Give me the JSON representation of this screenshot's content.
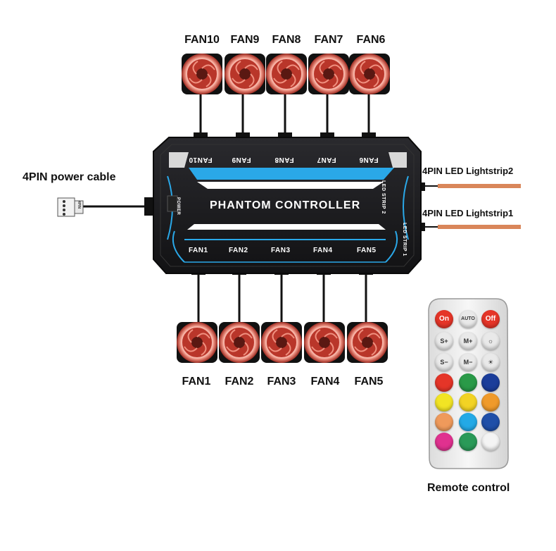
{
  "fans_top": [
    "FAN10",
    "FAN9",
    "FAN8",
    "FAN7",
    "FAN6"
  ],
  "fans_bottom": [
    "FAN1",
    "FAN2",
    "FAN3",
    "FAN4",
    "FAN5"
  ],
  "power_label": "4PIN power cable",
  "led2_label": "4PIN LED Lightstrip2",
  "led1_label": "4PIN LED Lightstrip1",
  "controller_title": "PHANTOM CONTROLLER",
  "hub_top_ports": [
    "FAN10",
    "FAN9",
    "FAN8",
    "FAN7",
    "FAN6"
  ],
  "hub_bottom_ports": [
    "FAN1",
    "FAN2",
    "FAN3",
    "FAN4",
    "FAN5"
  ],
  "hub_side_labels": [
    "LED STRIP 2",
    "LED STRIP 1"
  ],
  "power_port_label": "POWER",
  "plug_label": "4PIN",
  "remote_label": "Remote control",
  "remote_keys": {
    "on": "On",
    "auto": "AUTO",
    "off": "Off",
    "s_plus": "S+",
    "m_plus": "M+",
    "s_minus": "S−",
    "m_minus": "M−"
  },
  "colors": {
    "fan_ring": "#e86a5c",
    "hub_body": "#1b1b1d",
    "hub_accent": "#2aa8e8",
    "led_cable": "#d9865a",
    "remote_red": "#e53528",
    "remote_green": "#2a9a48",
    "remote_blue": "#1b3d9a",
    "remote_yellow": "#f2e424",
    "remote_orange": "#ef9a2b",
    "remote_sky": "#23a9e6",
    "remote_magenta": "#e0318f",
    "remote_white": "#f4f4f4"
  }
}
